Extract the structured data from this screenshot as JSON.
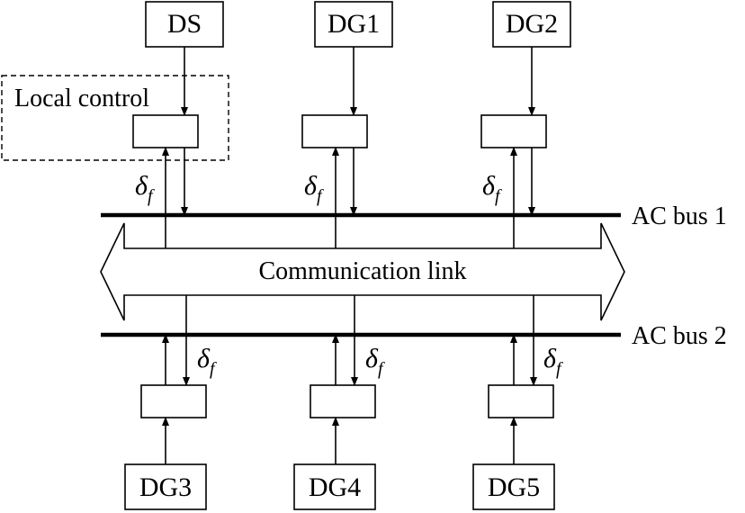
{
  "sources_top": [
    "DS",
    "DG1",
    "DG2"
  ],
  "sources_bottom": [
    "DG3",
    "DG4",
    "DG5"
  ],
  "local_control_label": "Local control",
  "signal_symbol": "δ",
  "signal_subscript": "f",
  "bus1_label": "AC bus 1",
  "bus2_label": "AC bus 2",
  "link_label": "Communication link"
}
